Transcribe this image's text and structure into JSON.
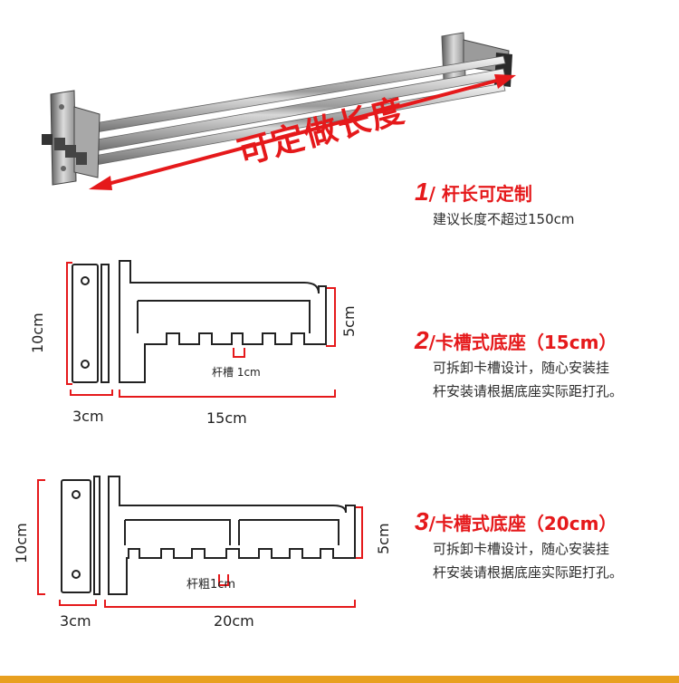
{
  "hero": {
    "length_label": "可定做长度"
  },
  "sections": [
    {
      "num": "1",
      "title": "/ 杆长可定制",
      "lines": [
        "建议长度不超过150cm"
      ]
    },
    {
      "num": "2",
      "title": "/卡槽式底座（15cm）",
      "lines": [
        "可拆卸卡槽设计，随心安装挂",
        "杆安装请根据底座实际距打孔。"
      ]
    },
    {
      "num": "3",
      "title": "/卡槽式底座（20cm）",
      "lines": [
        "可拆卸卡槽设计，随心安装挂",
        "杆安装请根据底座实际距打孔。"
      ]
    }
  ],
  "diagram15": {
    "height": "10cm",
    "plate_width": "3cm",
    "arm_length": "15cm",
    "arm_height": "5cm",
    "slot_label": "杆槽 1cm"
  },
  "diagram20": {
    "height": "10cm",
    "plate_width": "3cm",
    "arm_length": "20cm",
    "arm_height": "5cm",
    "slot_label": "杆粗1cm"
  },
  "colors": {
    "accent": "#e5191b",
    "bar": "#e8a020",
    "steel_light": "#e9e9e9",
    "steel_dark": "#7a7a7a"
  }
}
